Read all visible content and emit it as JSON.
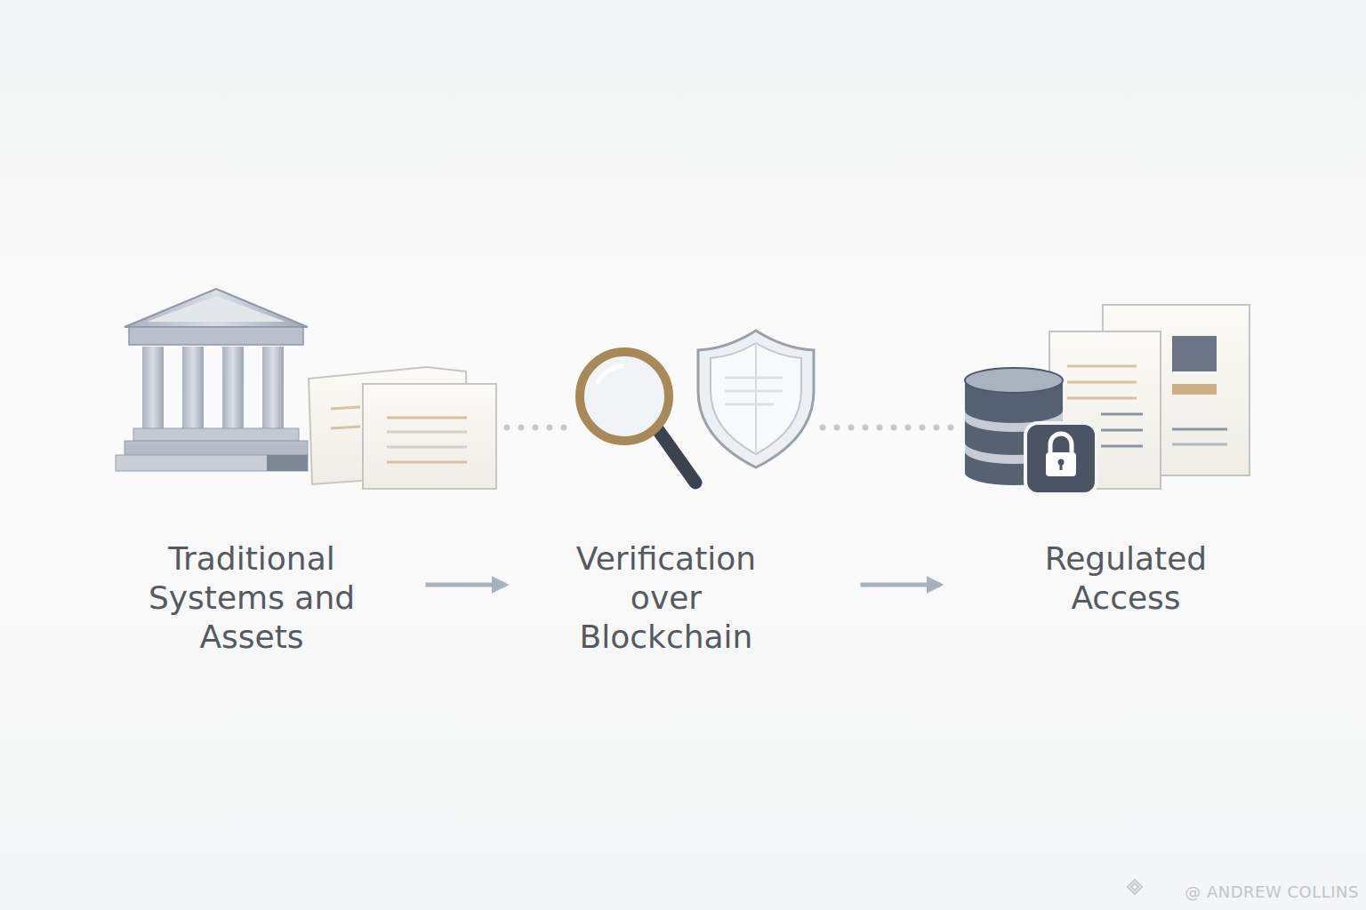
{
  "diagram": {
    "nodes": [
      {
        "text": [
          "Traditional Systems and Assets"
        ]
      },
      {
        "text": [
          "Verification over Blockchain"
        ]
      },
      {
        "text": [
          "Regulated Access"
        ]
      }
    ],
    "edges": [
      {
        "from": 0,
        "to": 1,
        "arrow": "to"
      },
      {
        "from": 1,
        "to": 2,
        "arrow": "to"
      }
    ],
    "labels": [
      "@ ANDREW COLLINS"
    ]
  }
}
